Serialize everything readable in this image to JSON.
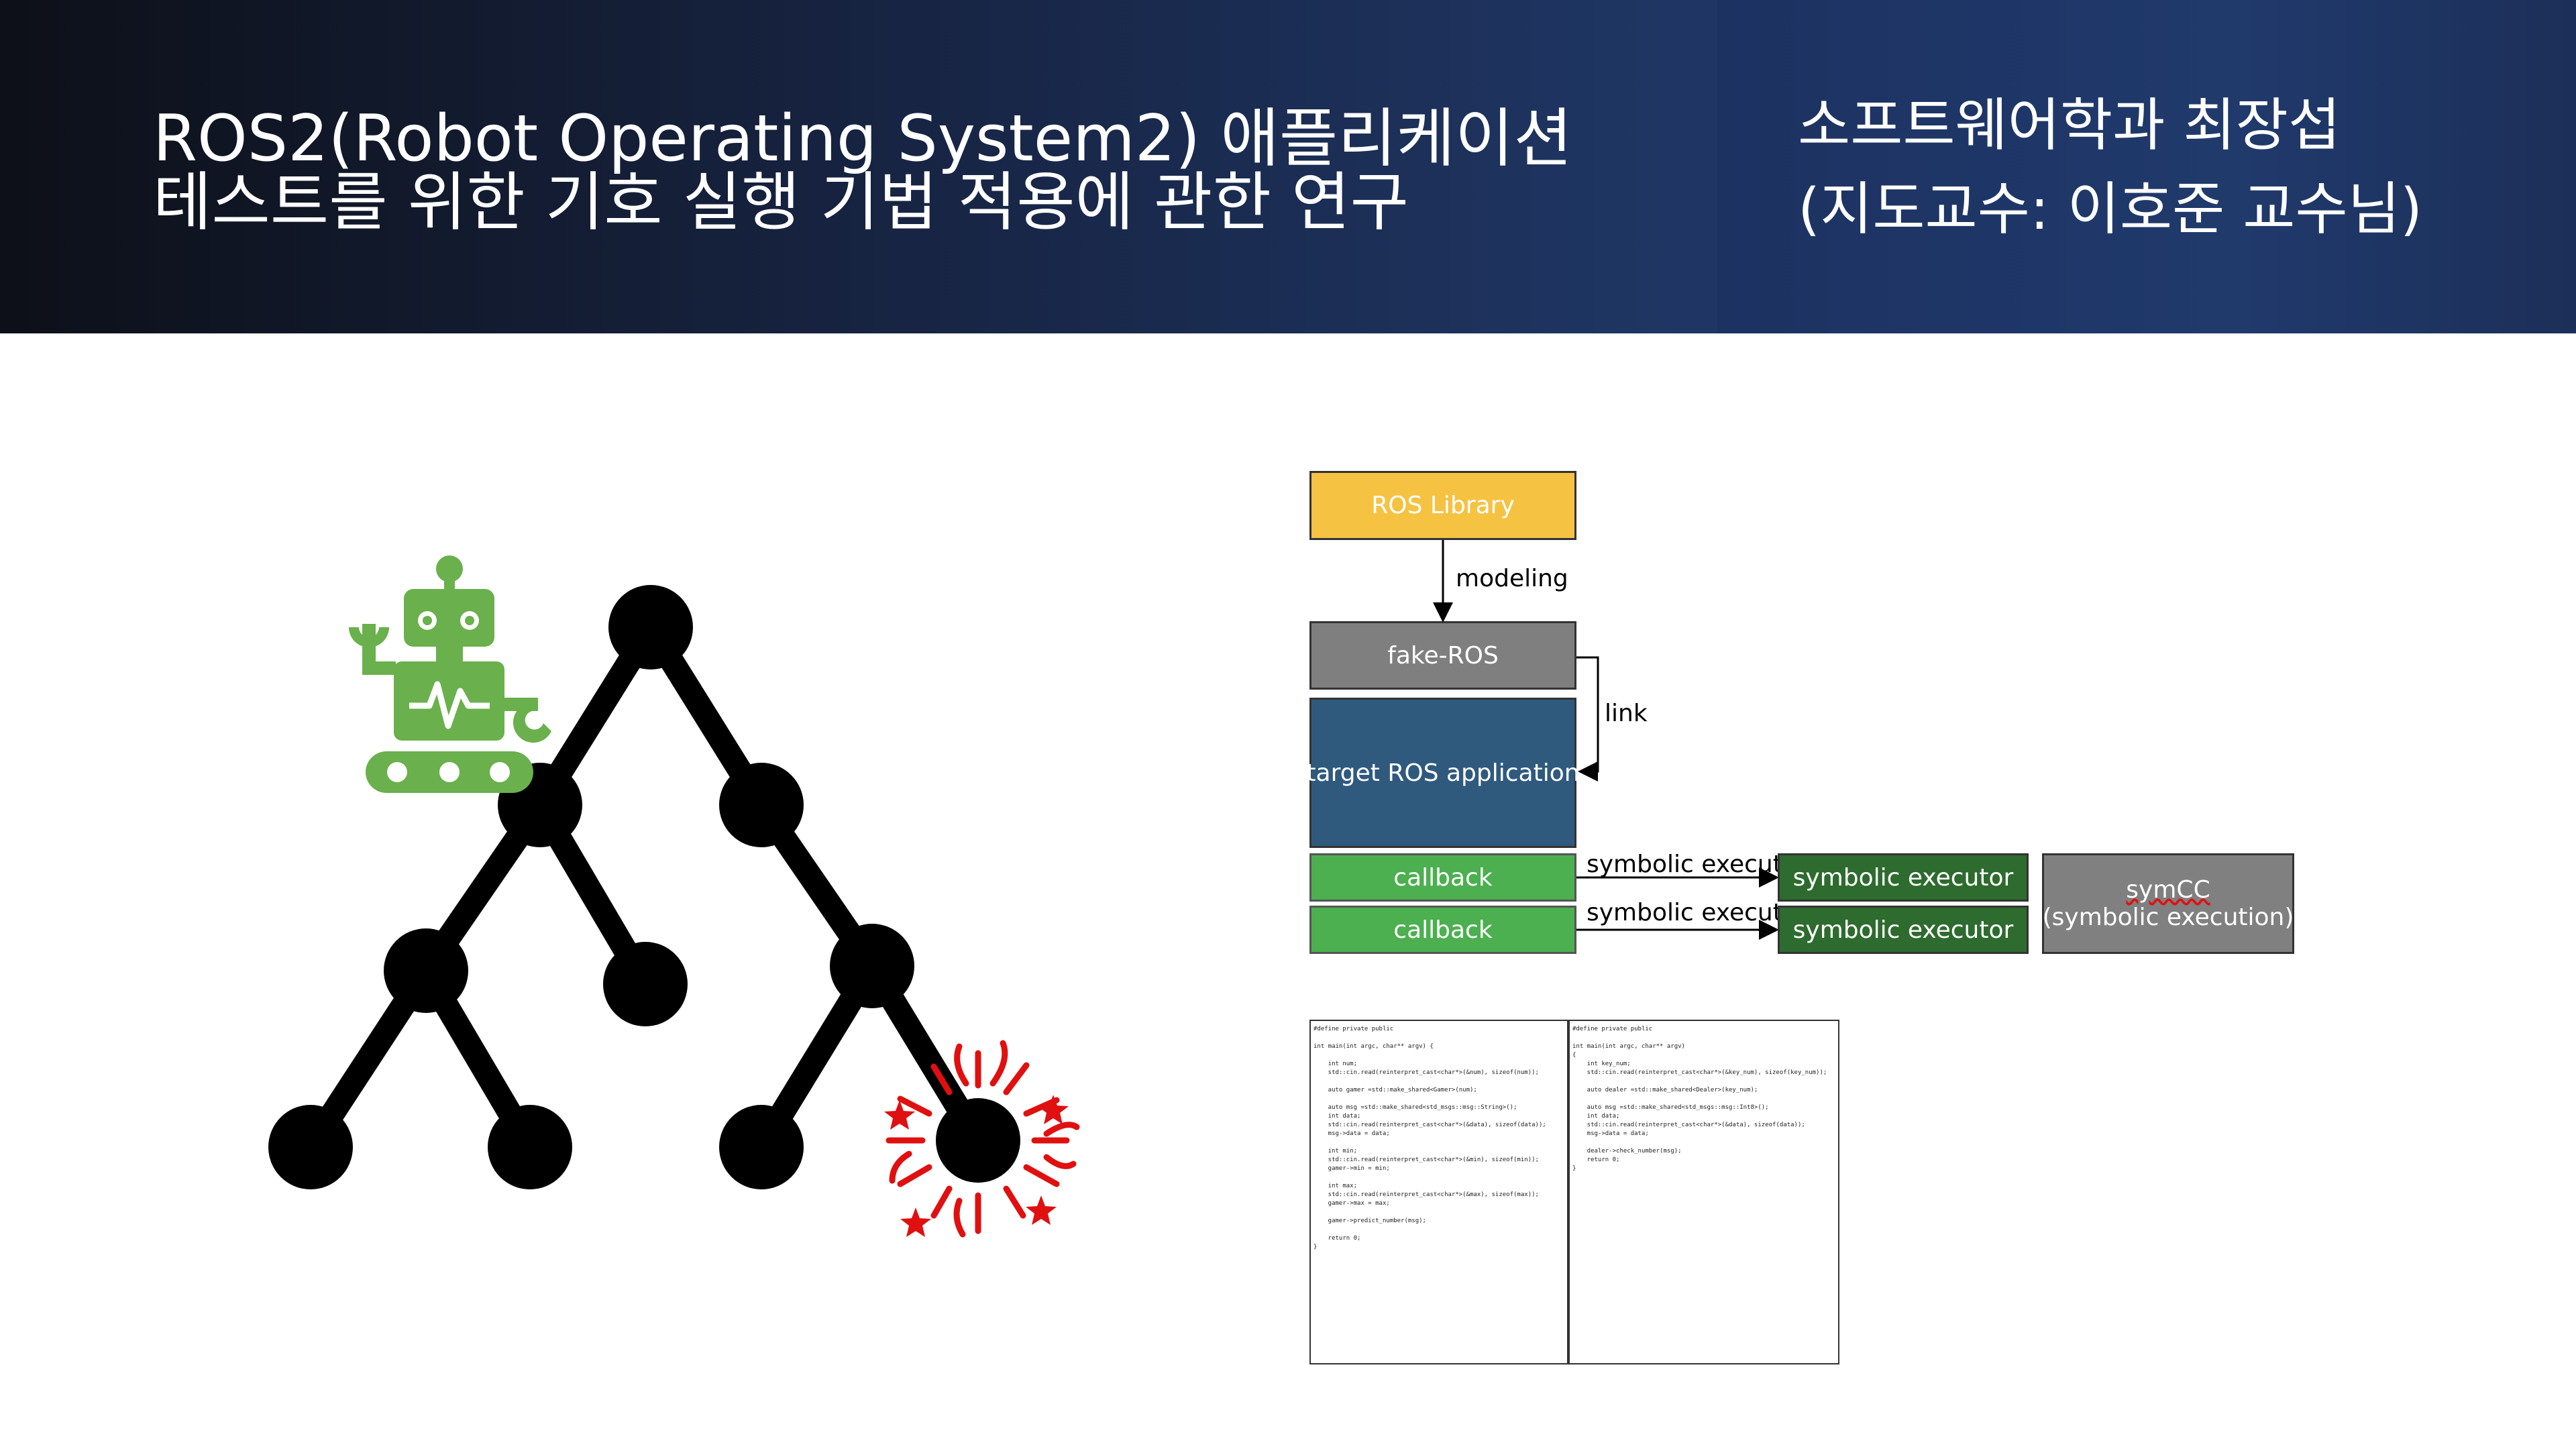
{
  "header": {
    "title_line1": "ROS2(Robot Operating System2) 애플리케이션",
    "title_line2": "테스트를 위한 기호 실행 기법 적용에 관한 연구",
    "author_line1": "소프트웨어학과 최장섭",
    "author_line2": "(지도교수: 이호준 교수님)"
  },
  "diagram": {
    "ros_library": "ROS Library",
    "modeling": "modeling",
    "fake_ros": "fake-ROS",
    "link": "link",
    "target_app": "target ROS application",
    "callback1": "callback",
    "callback2": "callback",
    "symbolic_execute1": "symbolic execute",
    "symbolic_execute2": "symbolic execute",
    "executor1": "symbolic executor",
    "executor2": "symbolic executor",
    "symcc_line1": "symCC",
    "symcc_line2": "(symbolic execution)"
  },
  "colors": {
    "ros_library": "#f5c242",
    "fake_ros": "#7f7f7f",
    "target_app": "#2f5a7e",
    "callback": "#4caf50",
    "executor": "#2e6b2e",
    "symcc": "#808080",
    "robot": "#6ab04c",
    "tree": "#000000",
    "burst": "#e01010"
  },
  "icons": [
    "robot-icon",
    "execution-tree-icon",
    "bug-burst-icon"
  ],
  "code_left": [
    "#define private public",
    "",
    "int main(int argc, char** argv) {",
    "",
    "    int num;",
    "    std::cin.read(reinterpret_cast<char*>(&num), sizeof(num));",
    "",
    "    auto gamer =std::make_shared<Gamer>(num);",
    "",
    "    auto msg =std::make_shared<std_msgs::msg::String>();",
    "    int data;",
    "    std::cin.read(reinterpret_cast<char*>(&data), sizeof(data));",
    "    msg->data = data;",
    "",
    "    int min;",
    "    std::cin.read(reinterpret_cast<char*>(&min), sizeof(min));",
    "    gamer->min = min;",
    "",
    "    int max;",
    "    std::cin.read(reinterpret_cast<char*>(&max), sizeof(max));",
    "    gamer->max = max;",
    "",
    "    gamer->predict_number(msg);",
    "",
    "    return 0;",
    "}"
  ],
  "code_right": [
    "#define private public",
    "",
    "int main(int argc, char** argv)",
    "{",
    "    int key_num;",
    "    std::cin.read(reinterpret_cast<char*>(&key_num), sizeof(key_num));",
    "",
    "    auto dealer =std::make_shared<Dealer>(key_num);",
    "",
    "    auto msg =std::make_shared<std_msgs::msg::Int8>();",
    "    int data;",
    "    std::cin.read(reinterpret_cast<char*>(&data), sizeof(data));",
    "    msg->data = data;",
    "",
    "    dealer->check_number(msg);",
    "    return 0;",
    "}"
  ]
}
